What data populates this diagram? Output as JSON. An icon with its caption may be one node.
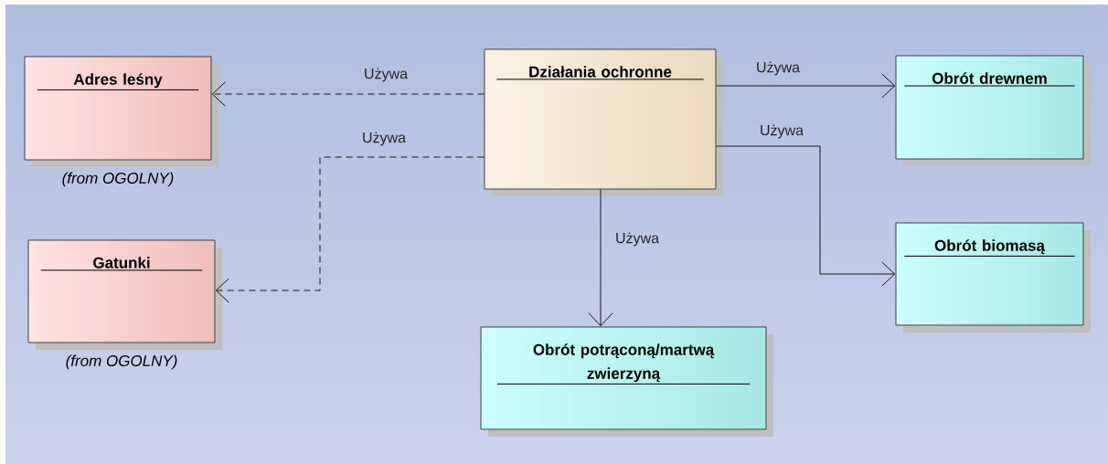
{
  "diagram": {
    "nodes": [
      {
        "text": [
          "Adres leśny"
        ],
        "beside": [
          "(from OGOLNY)"
        ]
      },
      {
        "text": [
          "Gatunki"
        ],
        "beside": [
          "(from OGOLNY)"
        ]
      },
      {
        "text": [
          "Działania ochronne"
        ]
      },
      {
        "text": [
          "Obrót drewnem"
        ]
      },
      {
        "text": [
          "Obrót biomasą"
        ]
      },
      {
        "text": [
          "Obrót potrąconą/martwą zwierzyną"
        ]
      }
    ],
    "edges": [
      {
        "from": 2,
        "to": 0,
        "arrow": "to",
        "label": "Używa",
        "style": "dashed"
      },
      {
        "from": 2,
        "to": 1,
        "arrow": "to",
        "label": "Używa",
        "style": "dashed"
      },
      {
        "from": 2,
        "to": 3,
        "arrow": "to",
        "label": "Używa"
      },
      {
        "from": 2,
        "to": 4,
        "arrow": "to",
        "label": "Używa"
      },
      {
        "from": 2,
        "to": 5,
        "arrow": "to",
        "label": "Używa"
      }
    ]
  }
}
